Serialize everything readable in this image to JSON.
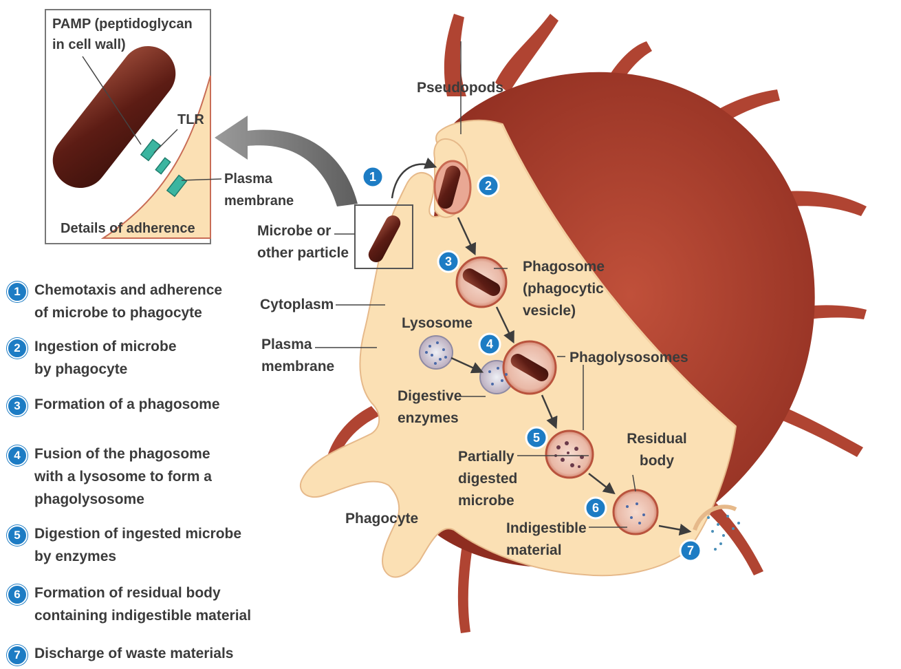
{
  "inset": {
    "pamp_label": "PAMP (peptidoglycan in cell wall)",
    "tlr_label": "TLR",
    "plasma_membrane_label": "Plasma membrane",
    "caption": "Details of adherence"
  },
  "labels": {
    "pseudopods": "Pseudopods",
    "microbe": "Microbe or other particle",
    "cytoplasm": "Cytoplasm",
    "plasma_membrane": "Plasma membrane",
    "lysosome": "Lysosome",
    "phagosome": "Phagosome (phagocytic vesicle)",
    "phagolysosomes": "Phagolysosomes",
    "digestive_enzymes": "Digestive enzymes",
    "partially_digested": "Partially digested microbe",
    "residual_body": "Residual body",
    "indigestible": "Indigestible material",
    "phagocyte": "Phagocyte"
  },
  "steps": [
    {
      "num": "1",
      "text": "Chemotaxis and adherence of microbe to phagocyte"
    },
    {
      "num": "2",
      "text": "Ingestion of microbe by phagocyte"
    },
    {
      "num": "3",
      "text": "Formation of a phagosome"
    },
    {
      "num": "4",
      "text": "Fusion of the phagosome with a lysosome to form a phagolysosome"
    },
    {
      "num": "5",
      "text": "Digestion of ingested microbe by enzymes"
    },
    {
      "num": "6",
      "text": "Formation of residual body containing indigestible material"
    },
    {
      "num": "7",
      "text": "Discharge of waste materials"
    }
  ],
  "colors": {
    "cell_body": "#a83a2a",
    "cytoplasm": "#fbe0b4",
    "microbe": "#6e2a1f",
    "step_badge": "#1d7cc4",
    "tlr": "#3bb5a0"
  }
}
